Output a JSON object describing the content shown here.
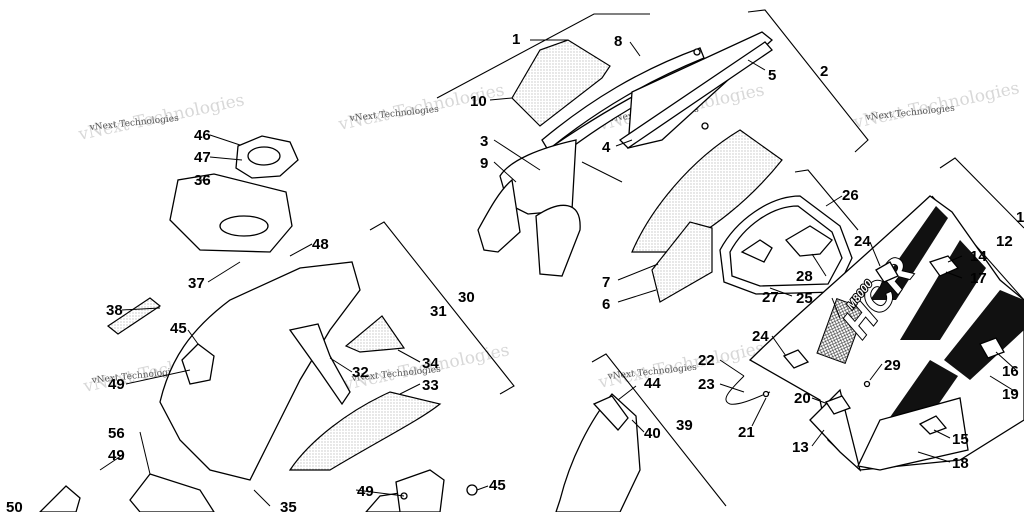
{
  "watermark": "vNext Technologies",
  "decal_text": {
    "main": "HCR",
    "sub": "M8000"
  },
  "callouts": {
    "n1": "1",
    "n2": "2",
    "n3": "3",
    "n4": "4",
    "n5": "5",
    "n6": "6",
    "n7": "7",
    "n8": "8",
    "n9": "9",
    "n10": "10",
    "n11": "1",
    "n12": "12",
    "n13": "13",
    "n14": "14",
    "n15": "15",
    "n16": "16",
    "n17": "17",
    "n18": "18",
    "n19": "19",
    "n20": "20",
    "n21": "21",
    "n22": "22",
    "n23": "23",
    "n24a": "24",
    "n24b": "24",
    "n25": "25",
    "n26": "26",
    "n27": "27",
    "n28": "28",
    "n29": "29",
    "n30": "30",
    "n31": "31",
    "n32": "32",
    "n33": "33",
    "n34": "34",
    "n35": "35",
    "n36": "36",
    "n37": "37",
    "n38": "38",
    "n39": "39",
    "n40": "40",
    "n44": "44",
    "n45a": "45",
    "n45b": "45",
    "n46": "46",
    "n47": "47",
    "n48": "48",
    "n49a": "49",
    "n49b": "49",
    "n49c": "49",
    "n56": "56",
    "n50": "50"
  }
}
